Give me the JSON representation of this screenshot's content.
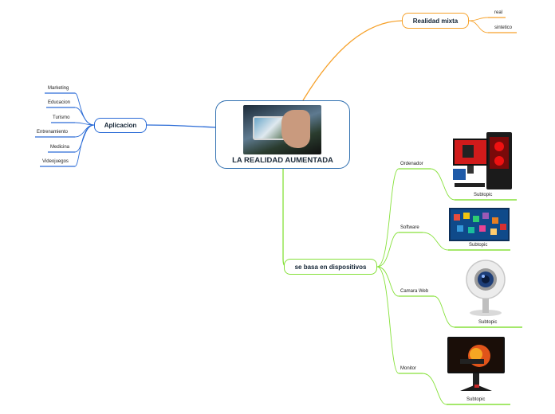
{
  "central": {
    "title": "LA REALIDAD AUMENTADA"
  },
  "branches": {
    "aplicacion": {
      "label": "Aplicacion",
      "color": "#2a6bd6",
      "items": [
        "Marketing",
        "Educacion",
        "Turismo",
        "Entrenamiento",
        "Medicina",
        "Videojuegos"
      ]
    },
    "realidad_mixta": {
      "label": "Realidad mixta",
      "color": "#f6a12a",
      "items": [
        "real",
        "sintetico"
      ]
    },
    "dispositivos": {
      "label": "se basa en dispositivos",
      "color": "#86e13a",
      "items": [
        {
          "label": "Ordenador",
          "subtopic": "Subtopic",
          "image": "desktop-computer-image"
        },
        {
          "label": "Software",
          "subtopic": "Subtopic",
          "image": "software-apps-image"
        },
        {
          "label": "Camara Web",
          "subtopic": "Subtopic",
          "image": "webcam-image"
        },
        {
          "label": "Monitor",
          "subtopic": "Subtopic",
          "image": "monitor-image"
        }
      ]
    }
  }
}
